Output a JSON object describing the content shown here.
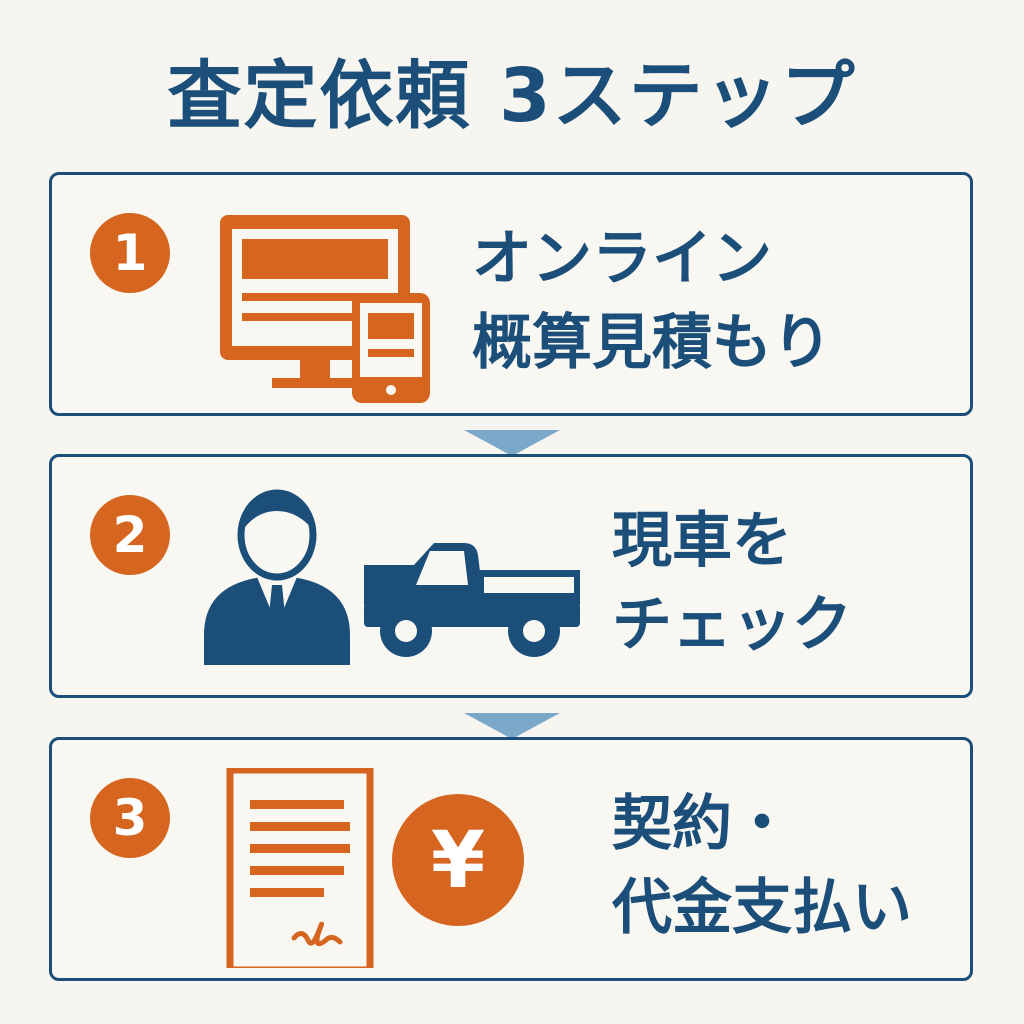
{
  "title": "査定依頼 3ステップ",
  "colors": {
    "navy": "#1b4e79",
    "orange": "#d5651f",
    "arrow": "#7ba7c9",
    "background": "#f7f5ef"
  },
  "steps": [
    {
      "number": "1",
      "icon": "monitor-and-smartphone-icon",
      "line1": "オンライン",
      "line2": "概算見積もり"
    },
    {
      "number": "2",
      "icon": "businessman-and-truck-icon",
      "line1": "現車を",
      "line2": "チェック"
    },
    {
      "number": "3",
      "icon": "contract-and-yen-icon",
      "line1": "契約・",
      "line2": "代金支払い"
    }
  ],
  "yen_symbol": "¥"
}
